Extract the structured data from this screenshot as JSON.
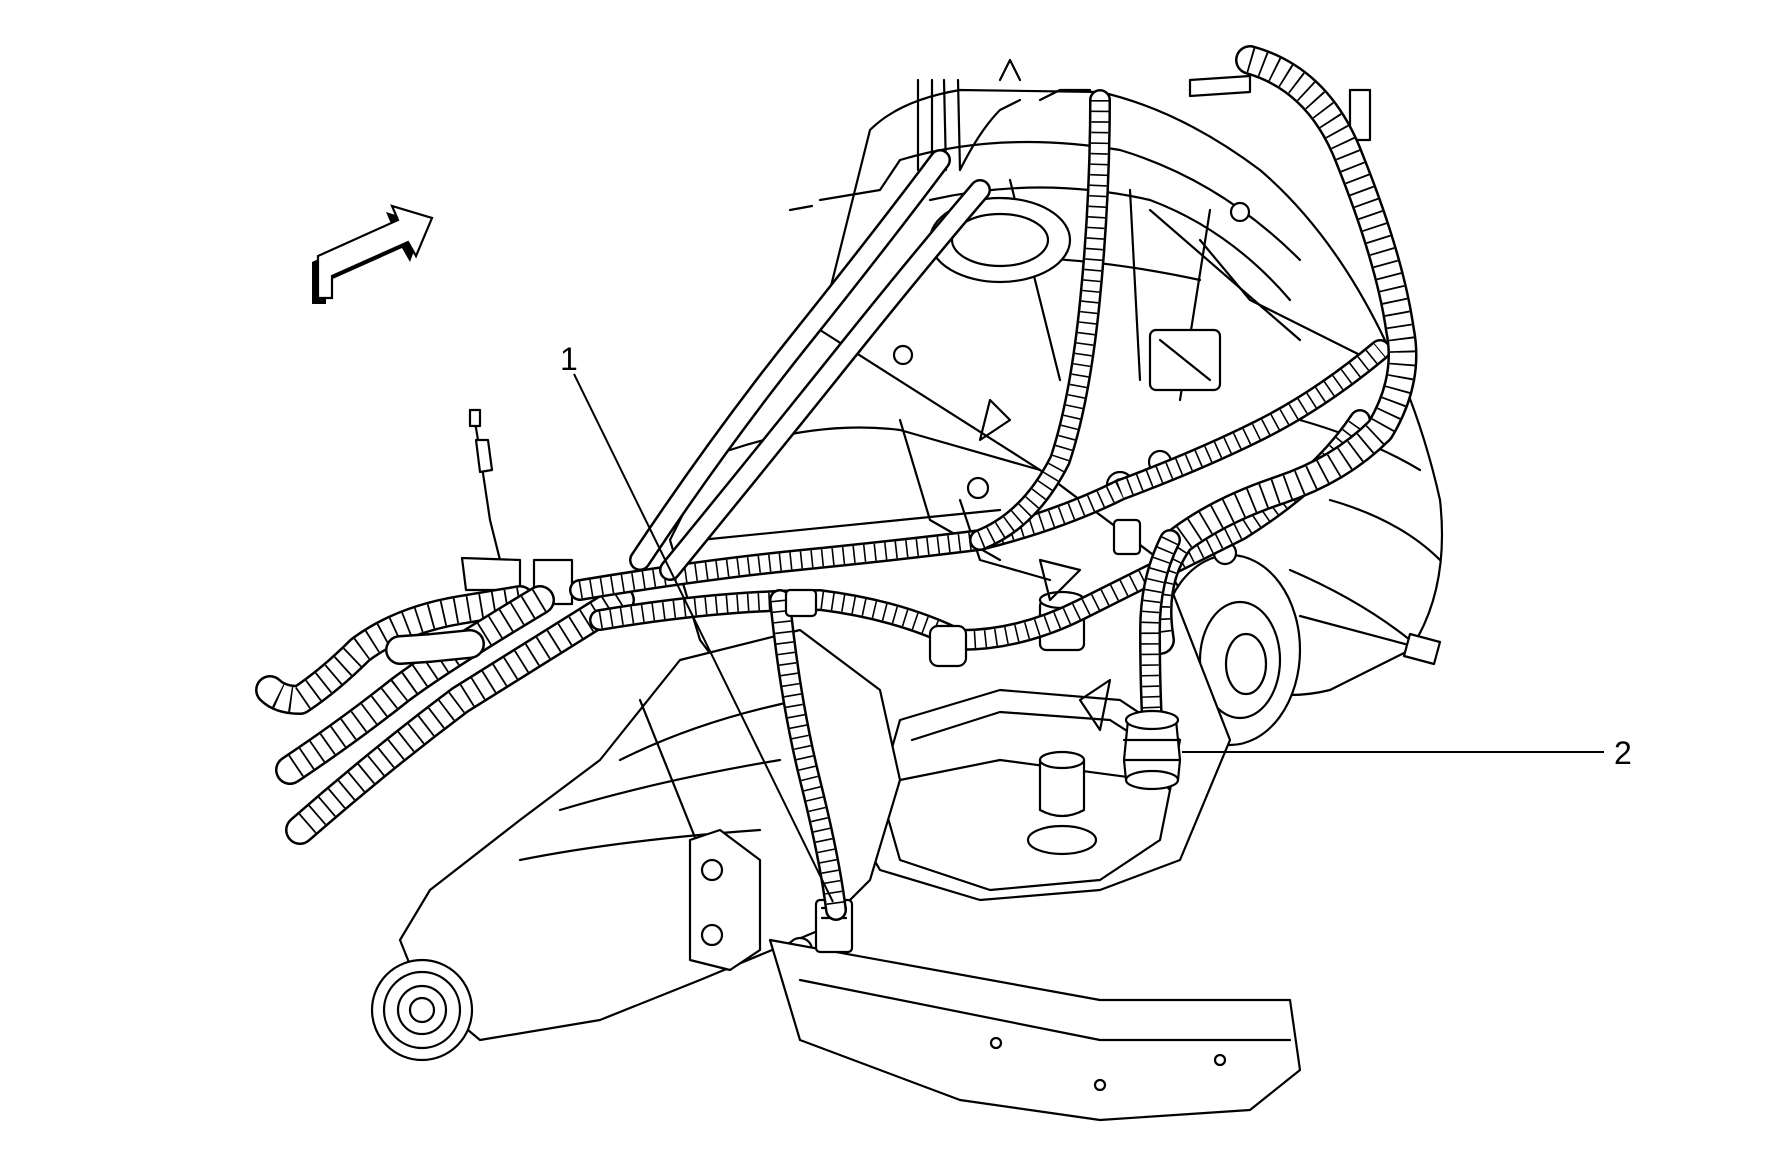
{
  "diagram": {
    "callouts": [
      {
        "id": "1",
        "label": "1"
      },
      {
        "id": "2",
        "label": "2"
      }
    ],
    "icons": {
      "direction_arrow": "front-direction-arrow-icon"
    },
    "colors": {
      "line": "#000000",
      "background": "#ffffff"
    }
  }
}
